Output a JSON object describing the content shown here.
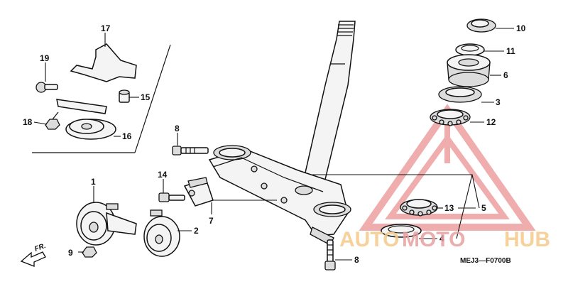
{
  "diagram": {
    "callouts": [
      {
        "id": "c1",
        "text": "1"
      },
      {
        "id": "c2",
        "text": "2"
      },
      {
        "id": "c3",
        "text": "3"
      },
      {
        "id": "c4",
        "text": "4"
      },
      {
        "id": "c5",
        "text": "5"
      },
      {
        "id": "c6",
        "text": "6"
      },
      {
        "id": "c7",
        "text": "7"
      },
      {
        "id": "c8a",
        "text": "8"
      },
      {
        "id": "c8b",
        "text": "8"
      },
      {
        "id": "c9",
        "text": "9"
      },
      {
        "id": "c10",
        "text": "10"
      },
      {
        "id": "c11",
        "text": "11"
      },
      {
        "id": "c12",
        "text": "12"
      },
      {
        "id": "c13",
        "text": "13"
      },
      {
        "id": "c14",
        "text": "14"
      },
      {
        "id": "c15",
        "text": "15"
      },
      {
        "id": "c16",
        "text": "16"
      },
      {
        "id": "c17",
        "text": "17"
      },
      {
        "id": "c18",
        "text": "18"
      },
      {
        "id": "c19",
        "text": "19"
      }
    ],
    "direction_label": "FR.",
    "diagram_code": "MEJ3—F0700B"
  },
  "watermark": {
    "part1": "AUTO",
    "part2": "MOTO",
    "part3": "HUB",
    "color_primary": "#f5c98a",
    "color_secondary": "#e8a0a0"
  }
}
